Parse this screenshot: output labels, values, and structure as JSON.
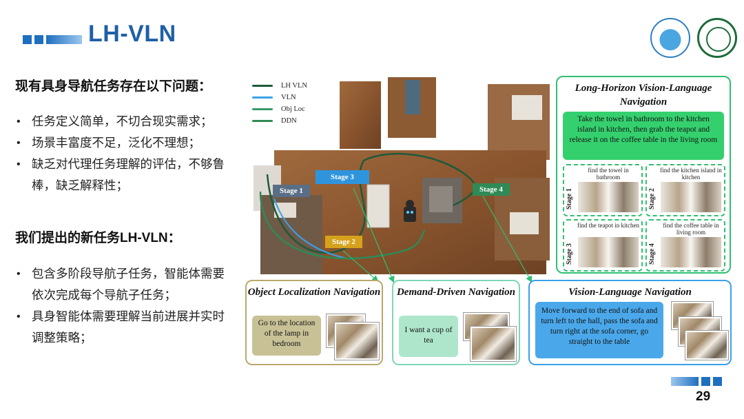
{
  "header": {
    "title": "LH-VLN"
  },
  "left": {
    "heading1": "现有具身导航任务存在以下问题：",
    "issues": [
      "任务定义简单，不切合现实需求；",
      "场景丰富度不足，泛化不理想；",
      "缺乏对代理任务理解的评估，不够鲁棒，缺乏解释性；"
    ],
    "heading2": "我们提出的新任务LH-VLN：",
    "points": [
      "包含多阶段导航子任务，智能体需要依次完成每个导航子任务；",
      "具身智能体需要理解当前进展并实时调整策略；"
    ]
  },
  "figure": {
    "legend": [
      {
        "label": "LH VLN",
        "color": "#1e5a3a"
      },
      {
        "label": "VLN",
        "color": "#3aa0e8"
      },
      {
        "label": "Obj Loc",
        "color": "#3a9a6a"
      },
      {
        "label": "DDN",
        "color": "#2e8a55"
      }
    ],
    "stages": [
      {
        "label": "Stage 1",
        "color": "#5a6f86"
      },
      {
        "label": "Stage 2",
        "color": "#d6a21c"
      },
      {
        "label": "Stage 3",
        "color": "#2e95dd"
      },
      {
        "label": "Stage 4",
        "color": "#2f8a55"
      }
    ],
    "lh": {
      "title": "Long-Horizon Vision-Language Navigation",
      "instruction": "Take the towel in bathroom to the kitchen island in kitchen, then grab the teapot and release it on the coffee table in the living room",
      "substages": [
        {
          "stage": "Stage 1",
          "caption": "find the towel in bathroom"
        },
        {
          "stage": "Stage 2",
          "caption": "find the kitchen island in kitchen"
        },
        {
          "stage": "Stage 3",
          "caption": "find the teapot in kitchen"
        },
        {
          "stage": "Stage 4",
          "caption": "find the coffee table in living room"
        }
      ]
    },
    "obj": {
      "title": "Object Localization Navigation",
      "instruction": "Go to the location of the lamp in bedroom"
    },
    "ddn": {
      "title": "Demand-Driven Navigation",
      "instruction": "I want a cup of tea"
    },
    "vln": {
      "title": "Vision-Language Navigation",
      "instruction": "Move forward to the end of sofa and turn left to the hall, pass the sofa and turn right at the sofa corner, go straight to the table"
    }
  },
  "footer": {
    "page": "29"
  },
  "colors": {
    "brand": "#1f5fa8",
    "lh_border": "#2fbf71",
    "obj_border": "#b8a86a",
    "ddn_border": "#7fd6b5",
    "vln_border": "#3aa0e8"
  }
}
